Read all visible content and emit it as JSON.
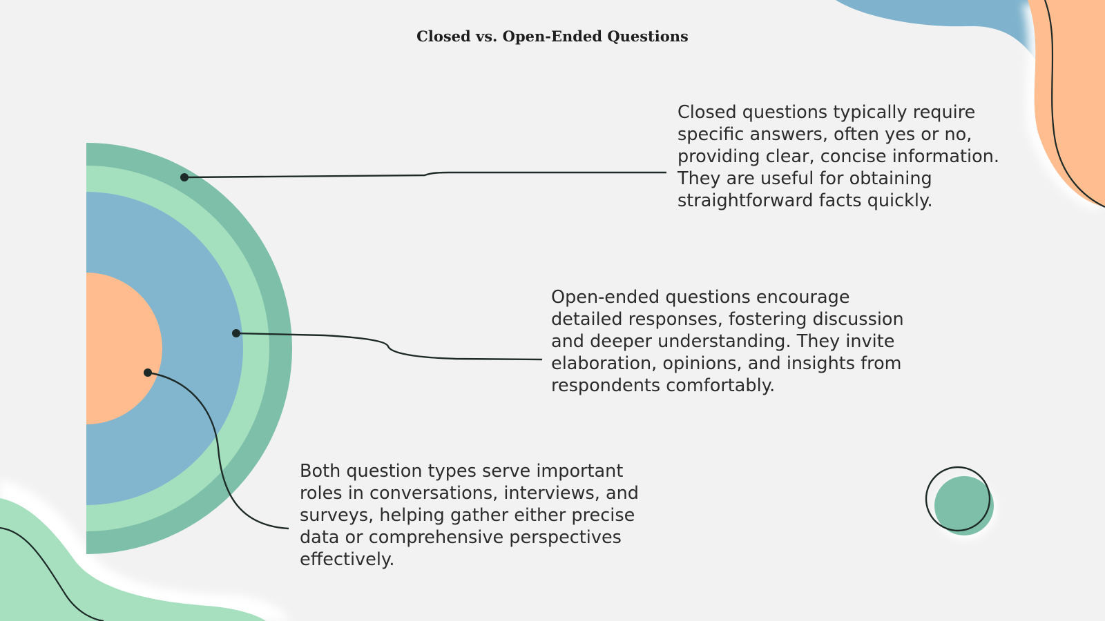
{
  "slide": {
    "title": "Closed vs. Open-Ended Questions"
  },
  "callouts": [
    {
      "id": "closed",
      "text": "Closed questions typically require specific answers, often yes or no, providing clear, concise information. They are useful for obtaining straightforward facts quickly."
    },
    {
      "id": "open",
      "text": "Open-ended questions encourage detailed responses, fostering discussion and deeper understanding. They invite elaboration, opinions, and insights from respondents comfortably."
    },
    {
      "id": "both",
      "text": "Both question types serve important roles in conversations, interviews, and surveys, helping gather either precise data or comprehensive perspectives effectively."
    }
  ],
  "colors": {
    "background": "#f2f2f2",
    "outer_ring": "#7dbfa9",
    "inner_ring": "#a4dfbe",
    "core": "#82b6cf",
    "center": "#ffbc8f",
    "accent_blue": "#7fb3cd",
    "accent_peach": "#ffbd90",
    "accent_mint": "#a6e0bf",
    "line": "#1d2a28"
  }
}
